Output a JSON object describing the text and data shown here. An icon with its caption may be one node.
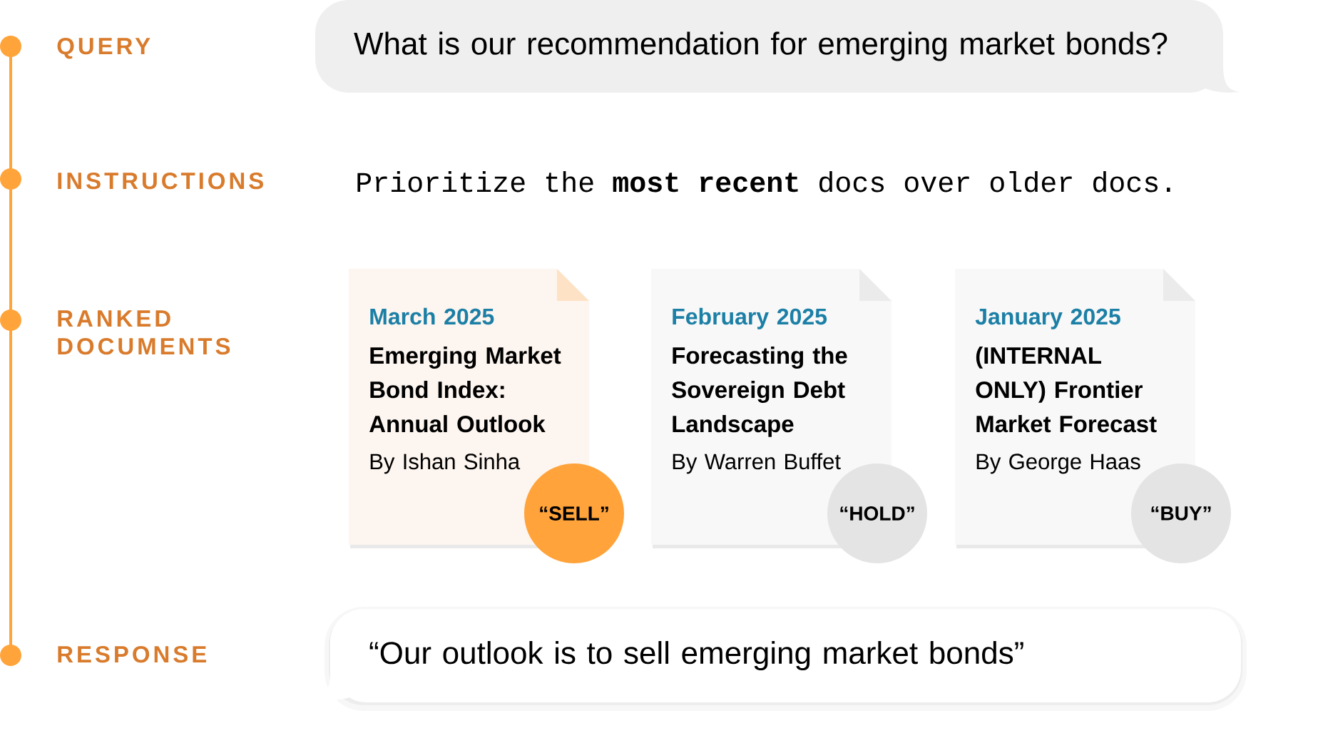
{
  "diagram": {
    "nodes": [
      {
        "text": [
          "What is our recommendation for emerging market bonds?"
        ]
      },
      {
        "text": [
          "March 2025",
          "Emerging Market Bond Index: Annual Outlook",
          "By Ishan Sinha"
        ]
      },
      {
        "text": [
          "“SELL”"
        ]
      },
      {
        "text": [
          "February 2025",
          "Forecasting the Sovereign Debt Landscape",
          "By Warren Buffet"
        ]
      },
      {
        "text": [
          "“HOLD”"
        ]
      },
      {
        "text": [
          "January 2025",
          "(INTERNAL ONLY) Frontier Market Forecast",
          "By George Haas"
        ]
      },
      {
        "text": [
          "“BUY”"
        ]
      },
      {
        "text": [
          "“Our outlook is to sell emerging market bonds”"
        ]
      }
    ],
    "labels": [
      "QUERY",
      "INSTRUCTIONS",
      "Prioritize the **most recent** docs over older docs.",
      "RANKED DOCUMENTS",
      "RESPONSE"
    ]
  }
}
